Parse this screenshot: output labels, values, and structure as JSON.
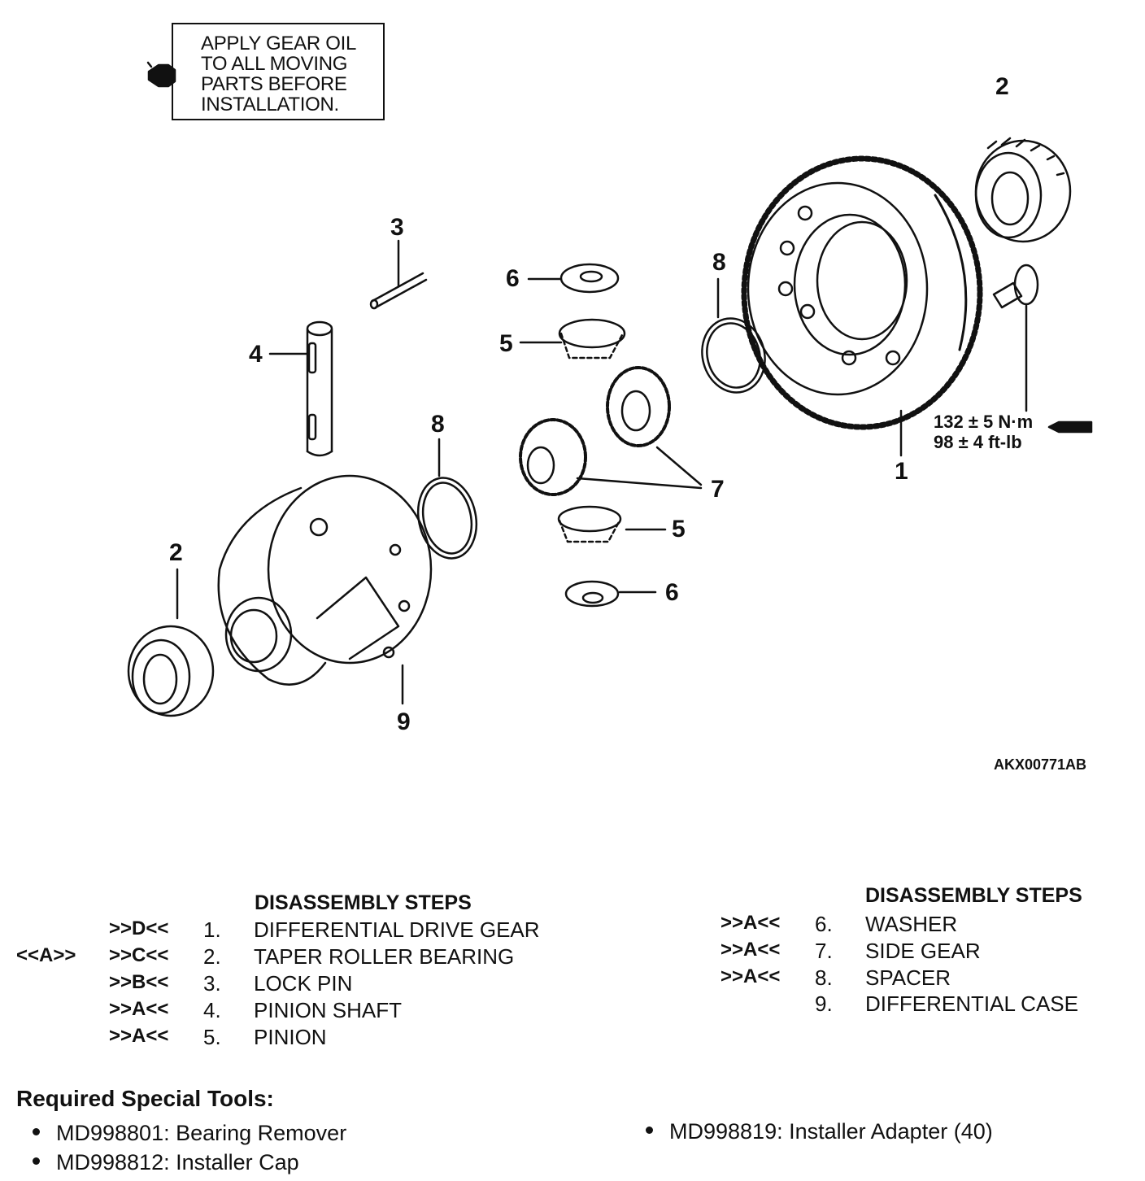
{
  "note": {
    "lines": [
      "APPLY GEAR OIL",
      "TO ALL MOVING",
      "PARTS BEFORE",
      "INSTALLATION."
    ],
    "icon": "oil-can-icon"
  },
  "callouts": {
    "c1": "1",
    "c2a": "2",
    "c2b": "2",
    "c3": "3",
    "c4": "4",
    "c5a": "5",
    "c5b": "5",
    "c6a": "6",
    "c6b": "6",
    "c7": "7",
    "c8a": "8",
    "c8b": "8",
    "c9": "9"
  },
  "torque": {
    "metric": "132 ± 5 N·m",
    "imperial": "98 ± 4 ft-lb",
    "icon": "torque-wrench-icon"
  },
  "figure_id": "AKX00771AB",
  "steps_left": {
    "title": "DISASSEMBLY STEPS",
    "rows": [
      {
        "install_mark": "",
        "service_mark": ">>D<<",
        "num": "1.",
        "name": "DIFFERENTIAL DRIVE GEAR"
      },
      {
        "install_mark": "<<A>>",
        "service_mark": ">>C<<",
        "num": "2.",
        "name": "TAPER ROLLER BEARING"
      },
      {
        "install_mark": "",
        "service_mark": ">>B<<",
        "num": "3.",
        "name": "LOCK PIN"
      },
      {
        "install_mark": "",
        "service_mark": ">>A<<",
        "num": "4.",
        "name": "PINION SHAFT"
      },
      {
        "install_mark": "",
        "service_mark": ">>A<<",
        "num": "5.",
        "name": "PINION"
      }
    ]
  },
  "steps_right": {
    "title": "DISASSEMBLY STEPS",
    "rows": [
      {
        "service_mark": ">>A<<",
        "num": "6.",
        "name": "WASHER"
      },
      {
        "service_mark": ">>A<<",
        "num": "7.",
        "name": "SIDE GEAR"
      },
      {
        "service_mark": ">>A<<",
        "num": "8.",
        "name": "SPACER"
      },
      {
        "service_mark": "",
        "num": "9.",
        "name": "DIFFERENTIAL CASE"
      }
    ]
  },
  "tools": {
    "title": "Required Special Tools:",
    "items": [
      "MD998801: Bearing Remover",
      "MD998812: Installer Cap",
      "MD998819: Installer Adapter (40)"
    ]
  }
}
